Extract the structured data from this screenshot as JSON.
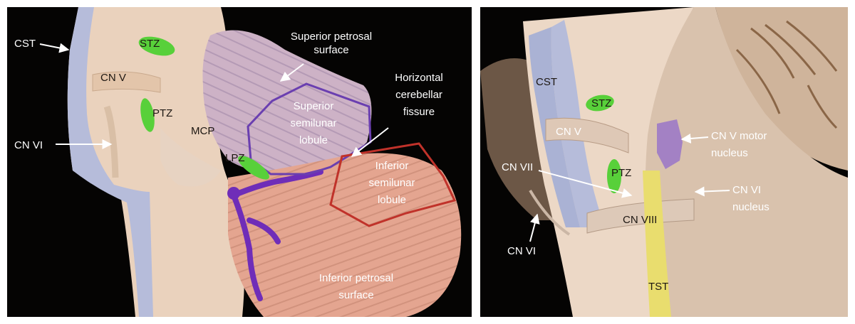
{
  "colors": {
    "background": "#050403",
    "brainstem_tissue": "#ead2bd",
    "corticospinal_tract": "#b6bcda",
    "safe_zone_marker": "#58d03a",
    "superior_semilunar_outline": "#6a3fb0",
    "inferior_semilunar_outline": "#c0322a",
    "artery": "#6f2db8",
    "cn_v_motor_nucleus": "#9e7cc6",
    "trigeminothalamic_tract": "#e9dd6e",
    "label_text": "#ffffff"
  },
  "left_panel": {
    "labels": {
      "cst": "CST",
      "stz": "STZ",
      "cn_v": "CN V",
      "ptz": "PTZ",
      "mcp": "MCP",
      "cn_vi": "CN VI",
      "lpz": "LPZ",
      "superior_petrosal_surface": [
        "Superior petrosal",
        "surface"
      ],
      "horizontal_cerebellar_fissure": [
        "Horizontal",
        "cerebellar",
        "fissure"
      ],
      "superior_semilunar_lobule": [
        "Superior",
        "semilunar",
        "lobule"
      ],
      "inferior_semilunar_lobule": [
        "Inferior",
        "semilunar",
        "lobule"
      ],
      "inferior_petrosal_surface": [
        "Inferior petrosal",
        "surface"
      ]
    }
  },
  "right_panel": {
    "labels": {
      "cst": "CST",
      "stz": "STZ",
      "cn_v": "CN V",
      "cn_v_motor_nucleus": [
        "CN V motor",
        "nucleus"
      ],
      "cn_vii": "CN VII",
      "ptz": "PTZ",
      "cn_vi_nucleus": [
        "CN VI",
        "nucleus"
      ],
      "cn_viii": "CN VIII",
      "cn_vi": "CN VI",
      "tst": "TST"
    }
  }
}
